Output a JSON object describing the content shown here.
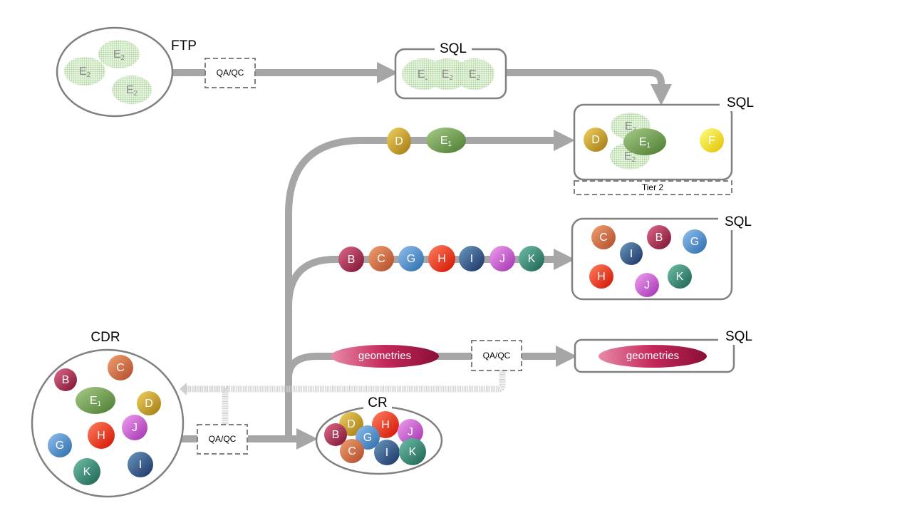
{
  "labels": {
    "ftp": "FTP",
    "sql_top": "SQL",
    "sql_tier2": "SQL",
    "sql_entities": "SQL",
    "sql_geom": "SQL",
    "cdr": "CDR",
    "cr": "CR",
    "tier2": "Tier 2",
    "qa_ftp": "QA/QC",
    "qa_geom": "QA/QC",
    "qa_cdr": "QA/QC"
  },
  "entities": {
    "B": {
      "letter": "B",
      "color": "#b0204a"
    },
    "C": {
      "letter": "C",
      "color": "#d96a3a"
    },
    "D": {
      "letter": "D",
      "color": "#d4a017"
    },
    "E1": {
      "letter": "E",
      "sub": "1",
      "color": "#6f9a4a"
    },
    "E2": {
      "letter": "E",
      "sub": "2",
      "color": "#a9d39a"
    },
    "F": {
      "letter": "F",
      "color": "#f2e600"
    },
    "G": {
      "letter": "G",
      "color": "#4a8fd0"
    },
    "H": {
      "letter": "H",
      "color": "#f0301c"
    },
    "I": {
      "letter": "I",
      "color": "#2c4f80"
    },
    "J": {
      "letter": "J",
      "color": "#cf58d8"
    },
    "K": {
      "letter": "K",
      "color": "#2a8a72"
    }
  },
  "geometries": {
    "label": "geometries",
    "color": "#c4285a"
  }
}
